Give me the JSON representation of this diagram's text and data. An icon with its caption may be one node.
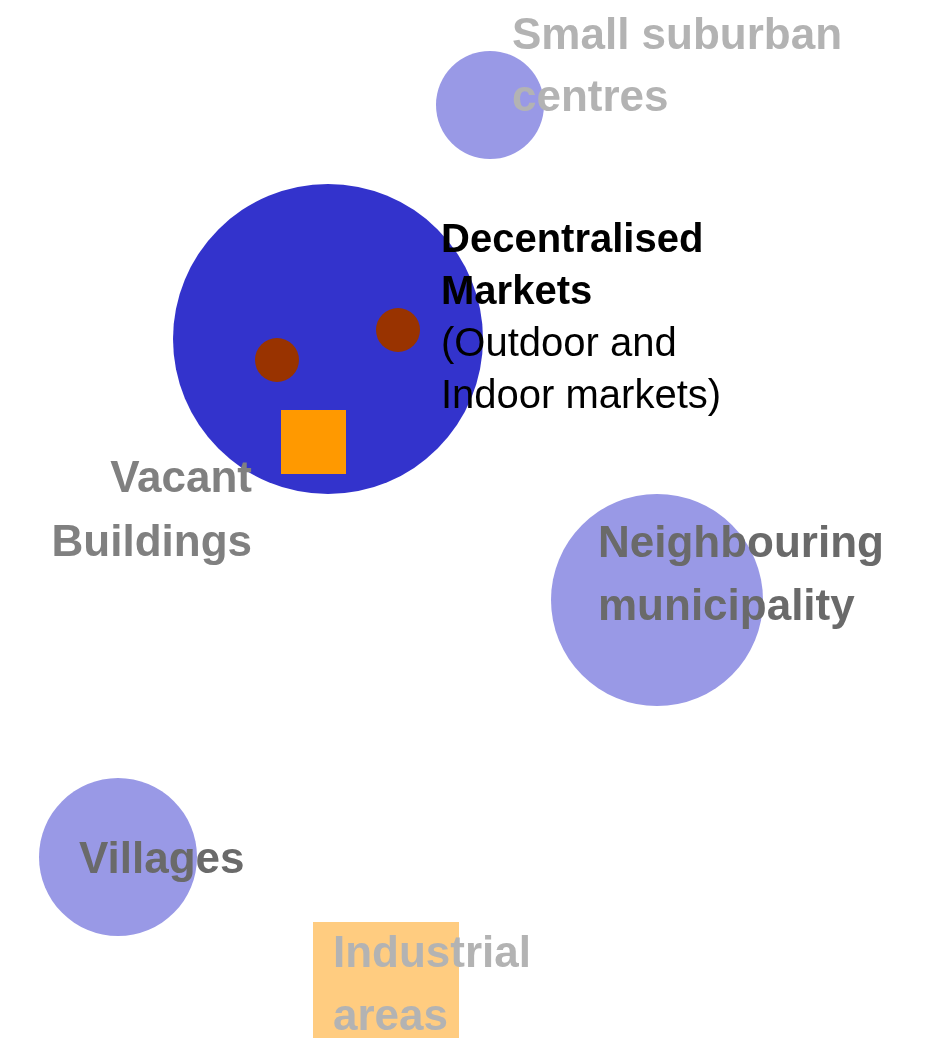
{
  "diagram": {
    "nodes": [
      {
        "text": [
          "Small suburban centres"
        ]
      },
      {
        "text": [
          "Decentralised Markets",
          "(Outdoor and Indoor markets)"
        ]
      },
      {
        "text": [],
        "shape": "circle",
        "in": 1
      },
      {
        "text": [],
        "shape": "circle",
        "in": 1
      },
      {
        "text": [],
        "shape": "box",
        "in": 1
      },
      {
        "text": [
          "Neighbouring municipality"
        ]
      },
      {
        "text": [
          "Villages"
        ]
      },
      {
        "text": [
          "Industrial areas"
        ]
      }
    ],
    "labels": [
      "Vacant Buildings"
    ]
  }
}
